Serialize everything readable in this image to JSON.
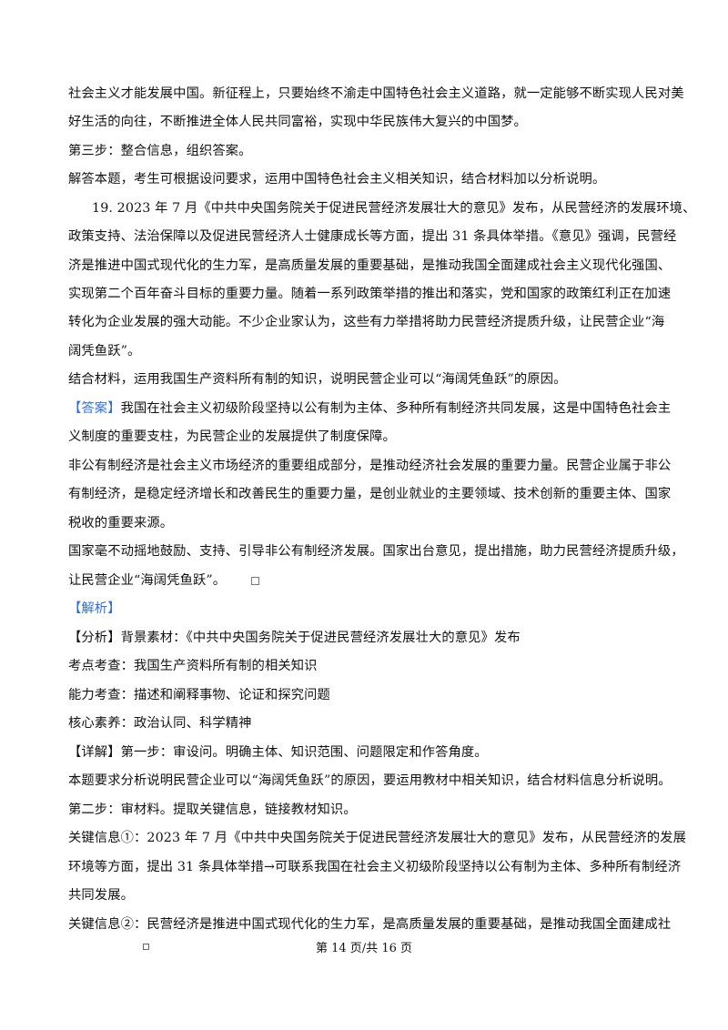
{
  "lines": [
    {
      "text": "社会主义才能发展中国。新征程上，只要始终不渝走中国特色社会主义道路，就一定能够不断实现人民对美"
    },
    {
      "text": "好生活的向往，不断推进全体人民共同富裕，实现中华民族伟大复兴的中国梦。"
    },
    {
      "text": "第三步：整合信息，组织答案。"
    },
    {
      "text": "解答本题，考生可根据设问要求，运用中国特色社会主义相关知识，结合材料加以分析说明。"
    },
    {
      "text": "19. 2023 年 7 月《中共中央国务院关于促进民营经济发展壮大的意见》发布，从民营经济的发展环境、"
    },
    {
      "text": "政策支持、法治保障以及促进民营经济人士健康成长等方面，提出 31 条具体举措。《意见》强调，民营经"
    },
    {
      "text": "济是推进中国式现代化的生力军，是高质量发展的重要基础，是推动我国全面建成社会主义现代化强国、"
    },
    {
      "text": "实现第二个百年奋斗目标的重要力量。随着一系列政策举措的推出和落实，党和国家的政策红利正在加速"
    },
    {
      "text": "转化为企业发展的强大动能。不少企业家认为，这些有力举措将助力民营经济提质升级，让民营企业“海"
    },
    {
      "text": "阔凭鱼跃”。"
    },
    {
      "text": "结合材料，运用我国生产资料所有制的知识，说明民营企业可以“海阔凭鱼跃”的原因。"
    },
    {
      "tag": "【答案】",
      "text": "我国在社会主义初级阶段坚持以公有制为主体、多种所有制经济共同发展，这是中国特色社会主"
    },
    {
      "text": "义制度的重要支柱，为民营企业的发展提供了制度保障。"
    },
    {
      "text": "非公有制经济是社会主义市场经济的重要组成部分，是推动经济社会发展的重要力量。民营企业属于非公"
    },
    {
      "text": "有制经济，是稳定经济增长和改善民生的重要力量，是创业就业的主要领域、技术创新的重要主体、国家"
    },
    {
      "text": "税收的重要来源。"
    },
    {
      "text": "国家毫不动摇地鼓励、支持、引导非公有制经济发展。国家出台意见，提出措施，助力民营经济提质升级，"
    },
    {
      "text": "让民营企业“海阔凭鱼跃”。"
    },
    {
      "tag": "【解析】",
      "text": ""
    },
    {
      "text": "【分析】背景素材：《中共中央国务院关于促进民营经济发展壮大的意见》发布"
    },
    {
      "text": "考点考查：我国生产资料所有制的相关知识"
    },
    {
      "text": "能力考查：描述和阐释事物、论证和探究问题"
    },
    {
      "text": "核心素养：政治认同、科学精神"
    },
    {
      "text": "【详解】第一步：审设问。明确主体、知识范围、问题限定和作答角度。"
    },
    {
      "text": "本题要求分析说明民营企业可以“海阔凭鱼跃”的原因，要运用教材中相关知识，结合材料信息分析说明。"
    },
    {
      "text": "第二步：审材料。提取关键信息，链接教材知识。"
    },
    {
      "text": "关键信息①：2023 年 7 月《中共中央国务院关于促进民营经济发展壮大的意见》发布，从民营经济的发展"
    },
    {
      "text": "环境等方面，提出 31 条具体举措→可联系我国在社会主义初级阶段坚持以公有制为主体、多种所有制经济"
    },
    {
      "text": "共同发展。"
    },
    {
      "text": "关键信息②：民营经济是推进中国式现代化的生力军，是高质量发展的重要基础，是推动我国全面建成社"
    }
  ],
  "footer": "第 14 页/共 16 页"
}
